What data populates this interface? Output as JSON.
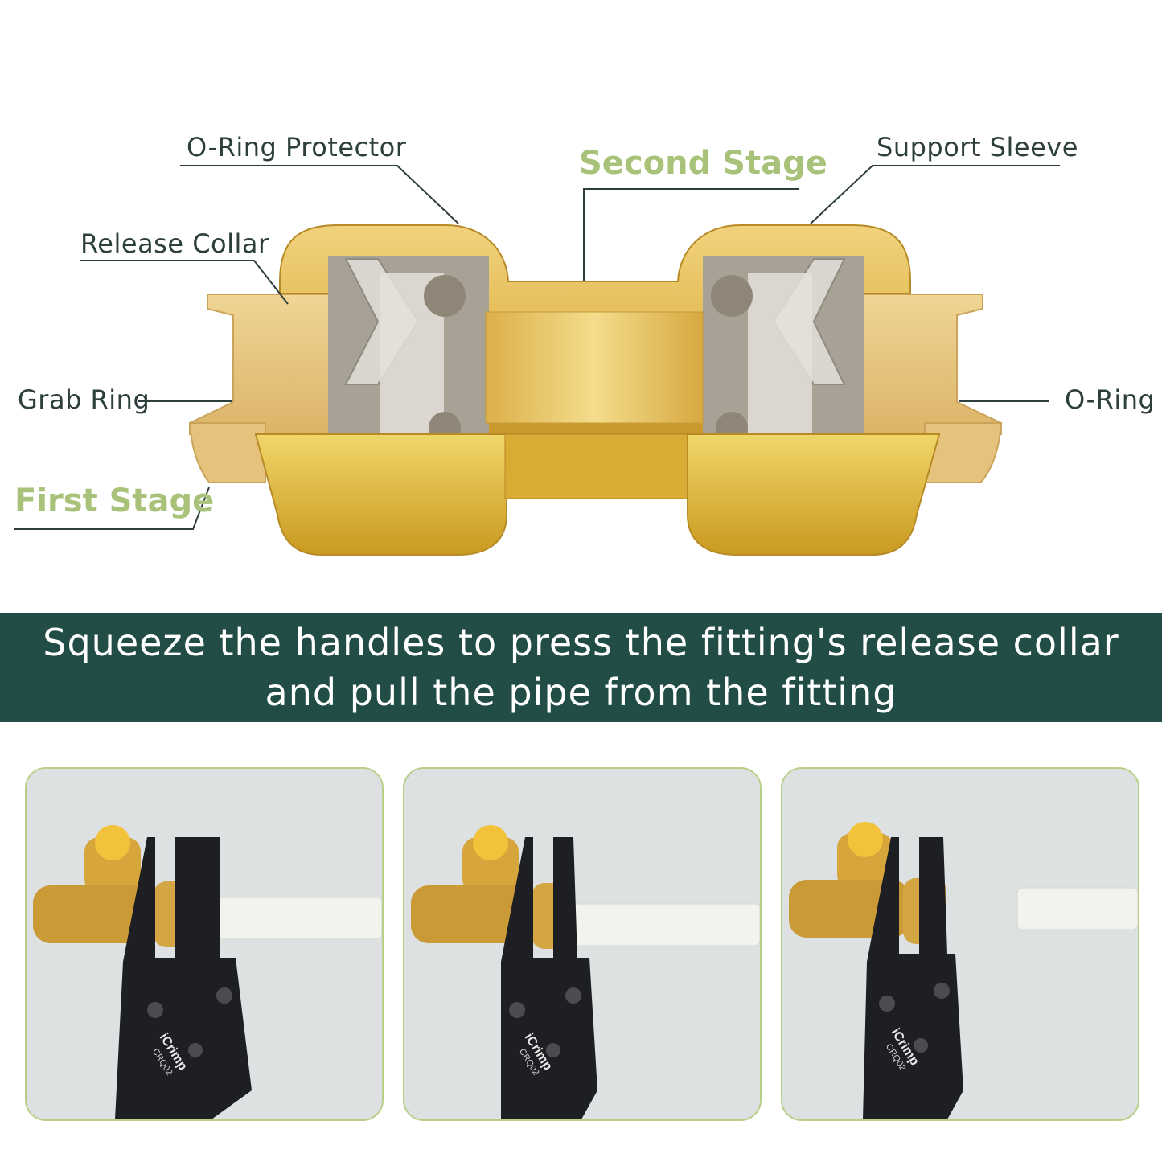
{
  "diagram": {
    "labels": {
      "oring_protector": "O-Ring  Protector",
      "second_stage": "Second Stage",
      "support_sleeve": "Support Sleeve",
      "release_collar": "Release Collar",
      "grab_ring": "Grab Ring",
      "oring": "O-Ring",
      "first_stage": "First Stage"
    },
    "colors": {
      "brass": "#e4c067",
      "brass_dark": "#c89a2c",
      "leader_line": "#2d3f3c",
      "stage_text": "#a9c27a"
    }
  },
  "banner": {
    "line1": "Squeeze the handles to press the fitting's release collar",
    "line2": "and pull the pipe from the fitting",
    "background": "#214d46"
  },
  "steps": [
    {
      "brand": "iCrimp",
      "model": "CRQ02"
    },
    {
      "brand": "iCrimp",
      "model": "CRQ02"
    },
    {
      "brand": "iCrimp",
      "model": "CRQ02"
    }
  ],
  "photo_border_color": "#b7cf86"
}
